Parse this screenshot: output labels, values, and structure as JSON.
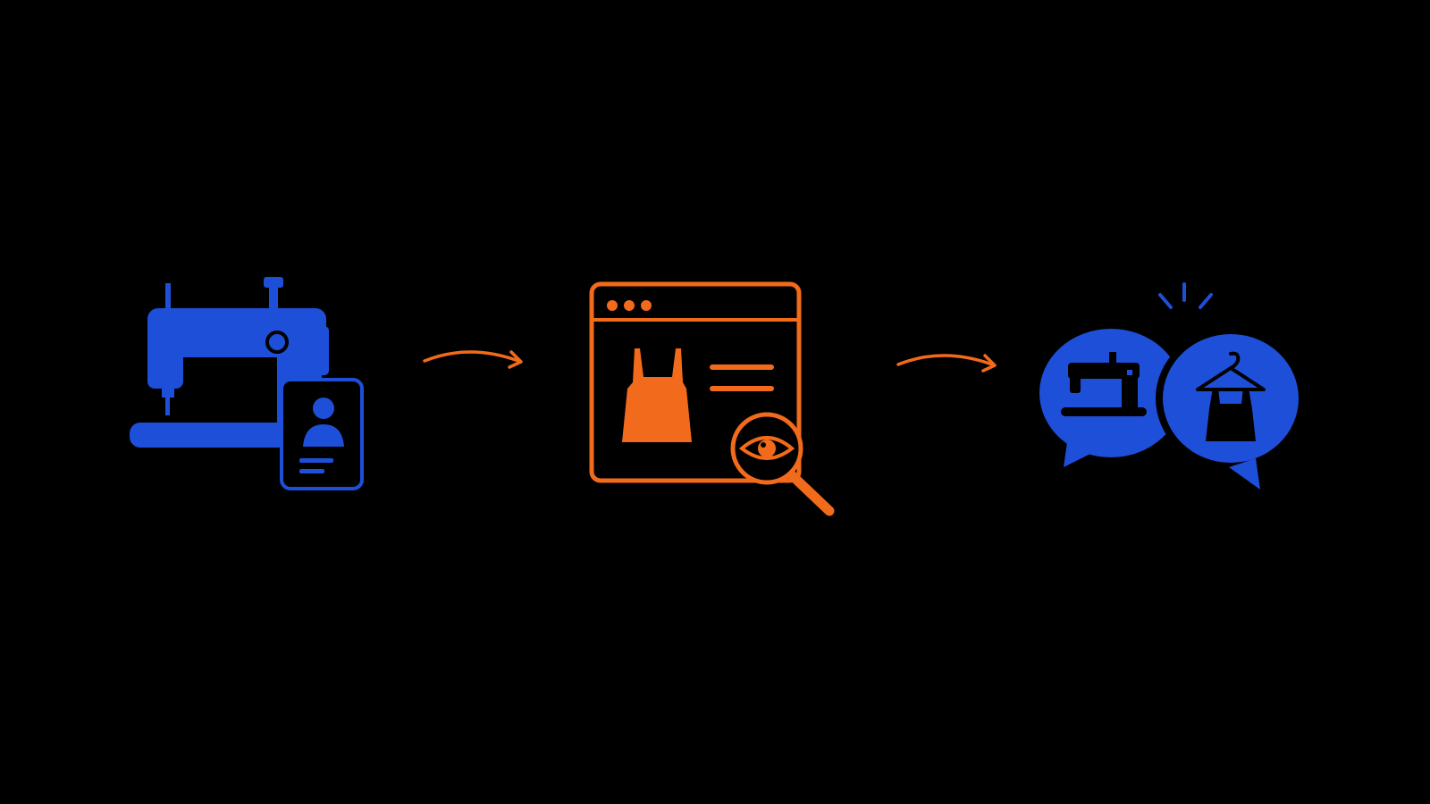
{
  "diagram": {
    "type": "process-flow",
    "colors": {
      "background": "#000000",
      "blue": "#1E4FD8",
      "orange": "#F26A1B"
    },
    "steps": [
      {
        "icon": "sewing-machine-profile-card-icon",
        "color": "#1E4FD8"
      },
      {
        "icon": "browser-product-listing-magnifier-icon",
        "color": "#F26A1B"
      },
      {
        "icon": "chat-bubbles-sewing-machine-garment-icon",
        "color": "#1E4FD8"
      }
    ],
    "connectors": [
      {
        "from": 0,
        "to": 1,
        "icon": "curved-arrow-icon",
        "color": "#F26A1B"
      },
      {
        "from": 1,
        "to": 2,
        "icon": "curved-arrow-icon",
        "color": "#F26A1B"
      }
    ]
  }
}
